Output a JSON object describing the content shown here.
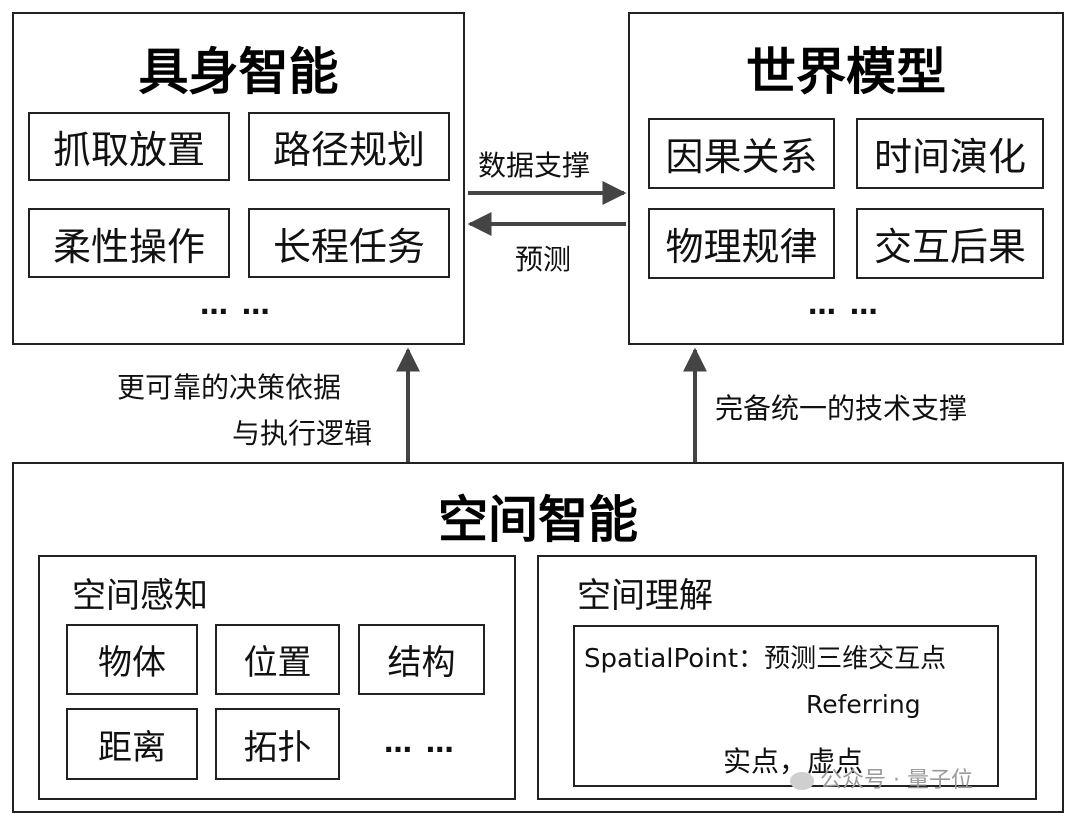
{
  "embodied": {
    "title": "具身智能",
    "cells": [
      "抓取放置",
      "路径规划",
      "柔性操作",
      "长程任务"
    ],
    "ellipsis": "… …"
  },
  "world_model": {
    "title": "世界模型",
    "cells": [
      "因果关系",
      "时间演化",
      "物理规律",
      "交互后果"
    ],
    "ellipsis": "… …"
  },
  "arrows": {
    "data_support": "数据支撑",
    "predict": "预测",
    "left_up_line1": "更可靠的决策依据",
    "left_up_line2": "与执行逻辑",
    "right_up": "完备统一的技术支撑"
  },
  "spatial": {
    "title": "空间智能",
    "perception": {
      "title": "空间感知",
      "cells": [
        "物体",
        "位置",
        "结构",
        "距离",
        "拓扑"
      ],
      "ellipsis": "… …"
    },
    "understanding": {
      "title": "空间理解",
      "spatialpoint": "SpatialPoint：预测三维交互点",
      "referring": "Referring",
      "result": "实点，虚点"
    }
  },
  "watermark": "公众号 · 量子位"
}
